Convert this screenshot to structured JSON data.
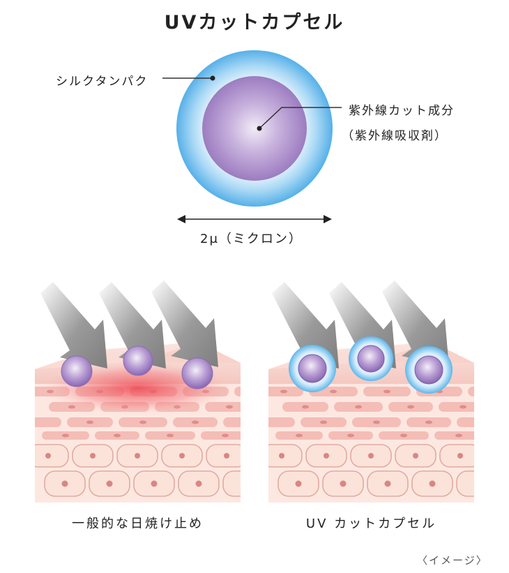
{
  "title": "UVカットカプセル",
  "capsule": {
    "outer_label": "シルクタンパク",
    "core_label_line1": "紫外線カット成分",
    "core_label_line2": "（紫外線吸収剤）",
    "size_label": "2μ（ミクロン）"
  },
  "panels": {
    "left_caption": "一般的な日焼け止め",
    "right_caption": "UV カットカプセル"
  },
  "note": "〈イメージ〉",
  "colors": {
    "shell_outer": "#5fb6ea",
    "shell_inner": "#d6ecfa",
    "core": "#a486c4",
    "core_light": "#e9def3",
    "skin_top": "#f7d3cb",
    "burn": "#ef4a55",
    "cell_pink": "#f1b4ae",
    "cell_nucleus": "#dd8584",
    "arrow": "#8d8d8d"
  }
}
